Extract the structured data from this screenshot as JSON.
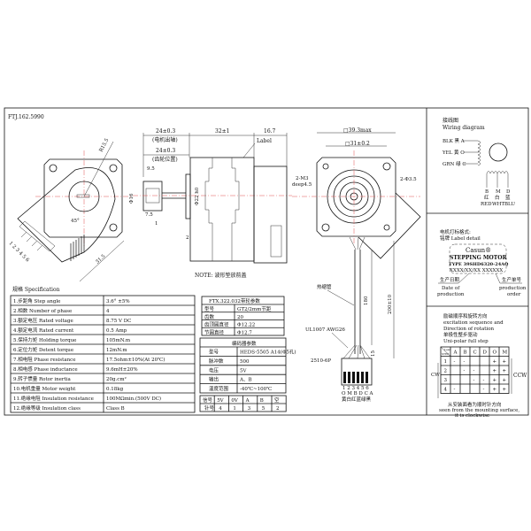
{
  "drawing_number": "FTJ.162.5990",
  "front_view": {
    "radius": "R15.5",
    "angle": "45°",
    "diag": "31.5",
    "pins": [
      "黄",
      "白",
      "红",
      "蓝",
      "绿",
      "黑",
      "1",
      "2",
      "3",
      "4",
      "5",
      "6"
    ]
  },
  "side_view": {
    "dim_shaft": "24±0.3",
    "dim_shaft_note": "(电机出轴)",
    "dim_gear": "24±0.3",
    "dim_gear_note": "(齿轮位置)",
    "dim_body": "32±1",
    "dim_rear": "16.7",
    "label": "Label",
    "dim_95": "9.5",
    "dim_75": "7.5",
    "dim_1": "1",
    "dim_d16": "Φ16",
    "dim_d22": "Φ22 h0",
    "dim_2": "2",
    "note": "NOTE: 波形垫放前盖"
  },
  "rear_view": {
    "dim_outer": "□39.3max",
    "dim_inner": "□31±0.2",
    "holes_left": "2-M3",
    "holes_left_depth": "deep4.5",
    "holes_right": "2-Φ3.5",
    "heat_shrink": "热缩管",
    "dim_200": "200±10",
    "dim_180": "180",
    "dim_15": "15",
    "wire": "UL1007 AWG26",
    "connector": "2510-6P",
    "pin_nums": "1 2 3 4 5 6",
    "pin_letters": "O M B D C A",
    "pin_colors": "黄白红蓝绿黑"
  },
  "spec": {
    "title": "规格 Specification",
    "rows": [
      {
        "label": "1.步距角 Step angle",
        "value": "3.6° ±5%"
      },
      {
        "label": "2.相数 Number of phase",
        "value": "4"
      },
      {
        "label": "3.额定电压 Rated voltage",
        "value": "8.75 V DC"
      },
      {
        "label": "4.额定电流 Rated current",
        "value": "0.5 Amp"
      },
      {
        "label": "5.保持力矩 Holding torque",
        "value": "105mN.m"
      },
      {
        "label": "6.定位力矩 Detent torque",
        "value": "12mN.m"
      },
      {
        "label": "7.相电阻 Phase resistance",
        "value": "17.5ohm±10%(At 20℃)"
      },
      {
        "label": "8.相电感 Phase inductance",
        "value": "9.6mH±20%"
      },
      {
        "label": "9.转子惯量 Rotor inertia",
        "value": "20g.cm²"
      },
      {
        "label": "10.电机重量 Motor weight",
        "value": "0.18kg"
      },
      {
        "label": "11.绝缘电阻 Insulation resistance",
        "value": "100MΩmin.(500V DC)"
      },
      {
        "label": "12.绝缘等级 Insulation class",
        "value": "Class B"
      }
    ]
  },
  "gear_table": {
    "title": "FTX.322.032带轮参数",
    "rows": [
      {
        "k": "型号",
        "v": "GT2/2mm节距"
      },
      {
        "k": "齿数",
        "v": "20"
      },
      {
        "k": "齿顶圆直径",
        "v": "Φ12.22"
      },
      {
        "k": "节圆直径",
        "v": "Φ12.7"
      }
    ]
  },
  "encoder_table": {
    "title": "编码器参数",
    "rows": [
      {
        "k": "型号",
        "v": "HEDS-5505 A14(Φ5孔)"
      },
      {
        "k": "脉冲数",
        "v": "500"
      },
      {
        "k": "电压",
        "v": "5V"
      },
      {
        "k": "输出",
        "v": "A、B"
      },
      {
        "k": "温度范围",
        "v": "-40℃~100℃"
      }
    ]
  },
  "signal_table": {
    "header": [
      "信号",
      "5V",
      "0V",
      "A",
      "B",
      "空"
    ],
    "row": [
      "针号",
      "4",
      "1",
      "3",
      "5",
      "2"
    ]
  },
  "wiring": {
    "title_cn": "接线图",
    "title_en": "Wiring diagram",
    "left": [
      "BLK 黑 A",
      "YEL 黄 O",
      "GRN 绿 C"
    ],
    "bottom_letters": [
      "B",
      "M",
      "D"
    ],
    "bottom_cn": [
      "红",
      "白",
      "蓝"
    ],
    "bottom_en": [
      "RED",
      "WHT",
      "BLU"
    ]
  },
  "label_detail": {
    "title_cn": "电机打标格式:",
    "title_en": "铭牌 Label detail",
    "brand": "Casun®",
    "line1": "STEPPING MOTOR",
    "line2": "TYPE 39SHD6320-24AQ",
    "line3": "XXXX/XX/XX  XXXXXX",
    "date_cn": "生产日期",
    "date_en1": "Date of",
    "date_en2": "production",
    "order_cn": "生产单号",
    "order_en1": "production",
    "order_en2": "order"
  },
  "excitation": {
    "title1": "励磁顺序和旋转方向",
    "title2": "excitation sequence and",
    "title3": "Direction of rotation",
    "title4": "单极性整步驱动",
    "title5": "Uni-polar full step",
    "corner_top": "Lead",
    "corner_bottom": "STEP",
    "cols": [
      "A",
      "B",
      "C",
      "D",
      "O",
      "M"
    ],
    "rows": [
      {
        "step": "1",
        "cells": [
          "-",
          "-",
          "",
          "",
          "+",
          "+"
        ]
      },
      {
        "step": "2",
        "cells": [
          "",
          "-",
          "-",
          "",
          "+",
          "+"
        ]
      },
      {
        "step": "3",
        "cells": [
          "",
          "",
          "-",
          "-",
          "+",
          "+"
        ]
      },
      {
        "step": "4",
        "cells": [
          "-",
          "",
          "",
          "-",
          "+",
          "+"
        ]
      }
    ],
    "cw": "CW",
    "ccw": "CCW",
    "foot1": "从安装面看为顺时针方向",
    "foot2": "seen from the mounting surface,",
    "foot3": "it is clockwise"
  }
}
